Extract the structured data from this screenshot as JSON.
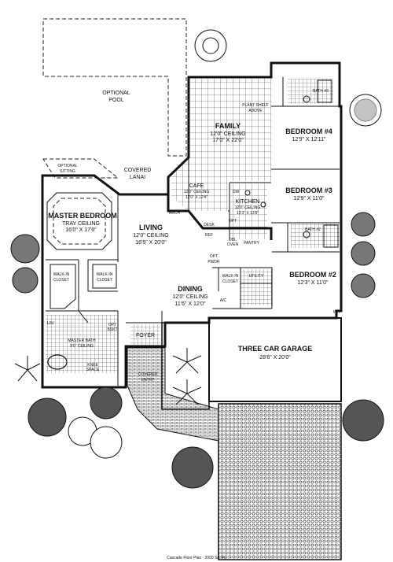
{
  "rooms": {
    "pool": {
      "title": "OPTIONAL",
      "title2": "POOL"
    },
    "optional_sitting": {
      "line1": "OPTIONAL",
      "line2": "SITTING"
    },
    "lanai": {
      "line1": "COVERED",
      "line2": "LANAI"
    },
    "family": {
      "name": "FAMILY",
      "ceiling": "12'0\" CEILING",
      "dims": "17'0\" X 22'0\""
    },
    "plant_shelf": {
      "line1": "PLANT SHELF",
      "line2": "ABOVE"
    },
    "bath3": {
      "name": "BATH #3"
    },
    "bedroom4": {
      "name": "BEDROOM #4",
      "dims": "12'9\" X 12'11\""
    },
    "bedroom3": {
      "name": "BEDROOM #3",
      "dims": "12'9\" X 11'0\""
    },
    "bath2": {
      "name": "BATH #2"
    },
    "bedroom2": {
      "name": "BEDROOM #2",
      "dims": "12'3\" X 11'0\""
    },
    "master_bedroom": {
      "name": "MASTER BEDROOM",
      "ceiling": "TRAY CEILING",
      "dims": "16'0\" X 17'0\""
    },
    "cafe": {
      "name": "CAFE",
      "ceiling": "12'0\" CEILING",
      "dims": "12'0\" X 12'4\""
    },
    "kitchen": {
      "name": "KITCHEN",
      "ceiling": "12'0\" CEILING",
      "dims": "13'3\" X 13'8\""
    },
    "living": {
      "name": "LIVING",
      "ceiling": "12'0\" CEILING",
      "dims": "16'5\" X 20'0\""
    },
    "arch": {
      "name": "ARCH"
    },
    "desk": {
      "name": "DESK"
    },
    "ref": {
      "name": "REF"
    },
    "dw": {
      "name": "DW"
    },
    "opt": {
      "name": "OPT"
    },
    "dbl_oven": {
      "line1": "DBL",
      "line2": "OVEN"
    },
    "pantry": {
      "name": "PANTRY"
    },
    "opt_pwdr": {
      "line1": "OPT",
      "line2": "PWDR"
    },
    "walkin1": {
      "line1": "WALK-IN",
      "line2": "CLOSET"
    },
    "walkin2": {
      "line1": "WALK-IN",
      "line2": "CLOSET"
    },
    "walkin3": {
      "line1": "WALK-IN",
      "line2": "CLOSET"
    },
    "utility": {
      "name": "UTILITY"
    },
    "dining": {
      "name": "DINING",
      "ceiling": "12'0\" CEILING",
      "dims": "11'6\" X 12'0\""
    },
    "lin": {
      "name": "LIN"
    },
    "opt_bskt": {
      "line1": "OPT",
      "line2": "BSKT"
    },
    "master_bath": {
      "name": "MASTER BATH",
      "ceiling": "9'0\" CEILING"
    },
    "knee_space": {
      "line1": "KNEE",
      "line2": "SPACE"
    },
    "foyer": {
      "name": "FOYER"
    },
    "covered_entry": {
      "line1": "COVERED",
      "line2": "ENTRY"
    },
    "ac": {
      "name": "A/C"
    },
    "wh": {
      "name": "WH"
    },
    "garage": {
      "name": "THREE CAR GARAGE",
      "dims": "28'6\" X 20'0\""
    }
  },
  "footer": {
    "caption": "Cascade Floor Plan  ·  2000 Sq. Ft."
  }
}
